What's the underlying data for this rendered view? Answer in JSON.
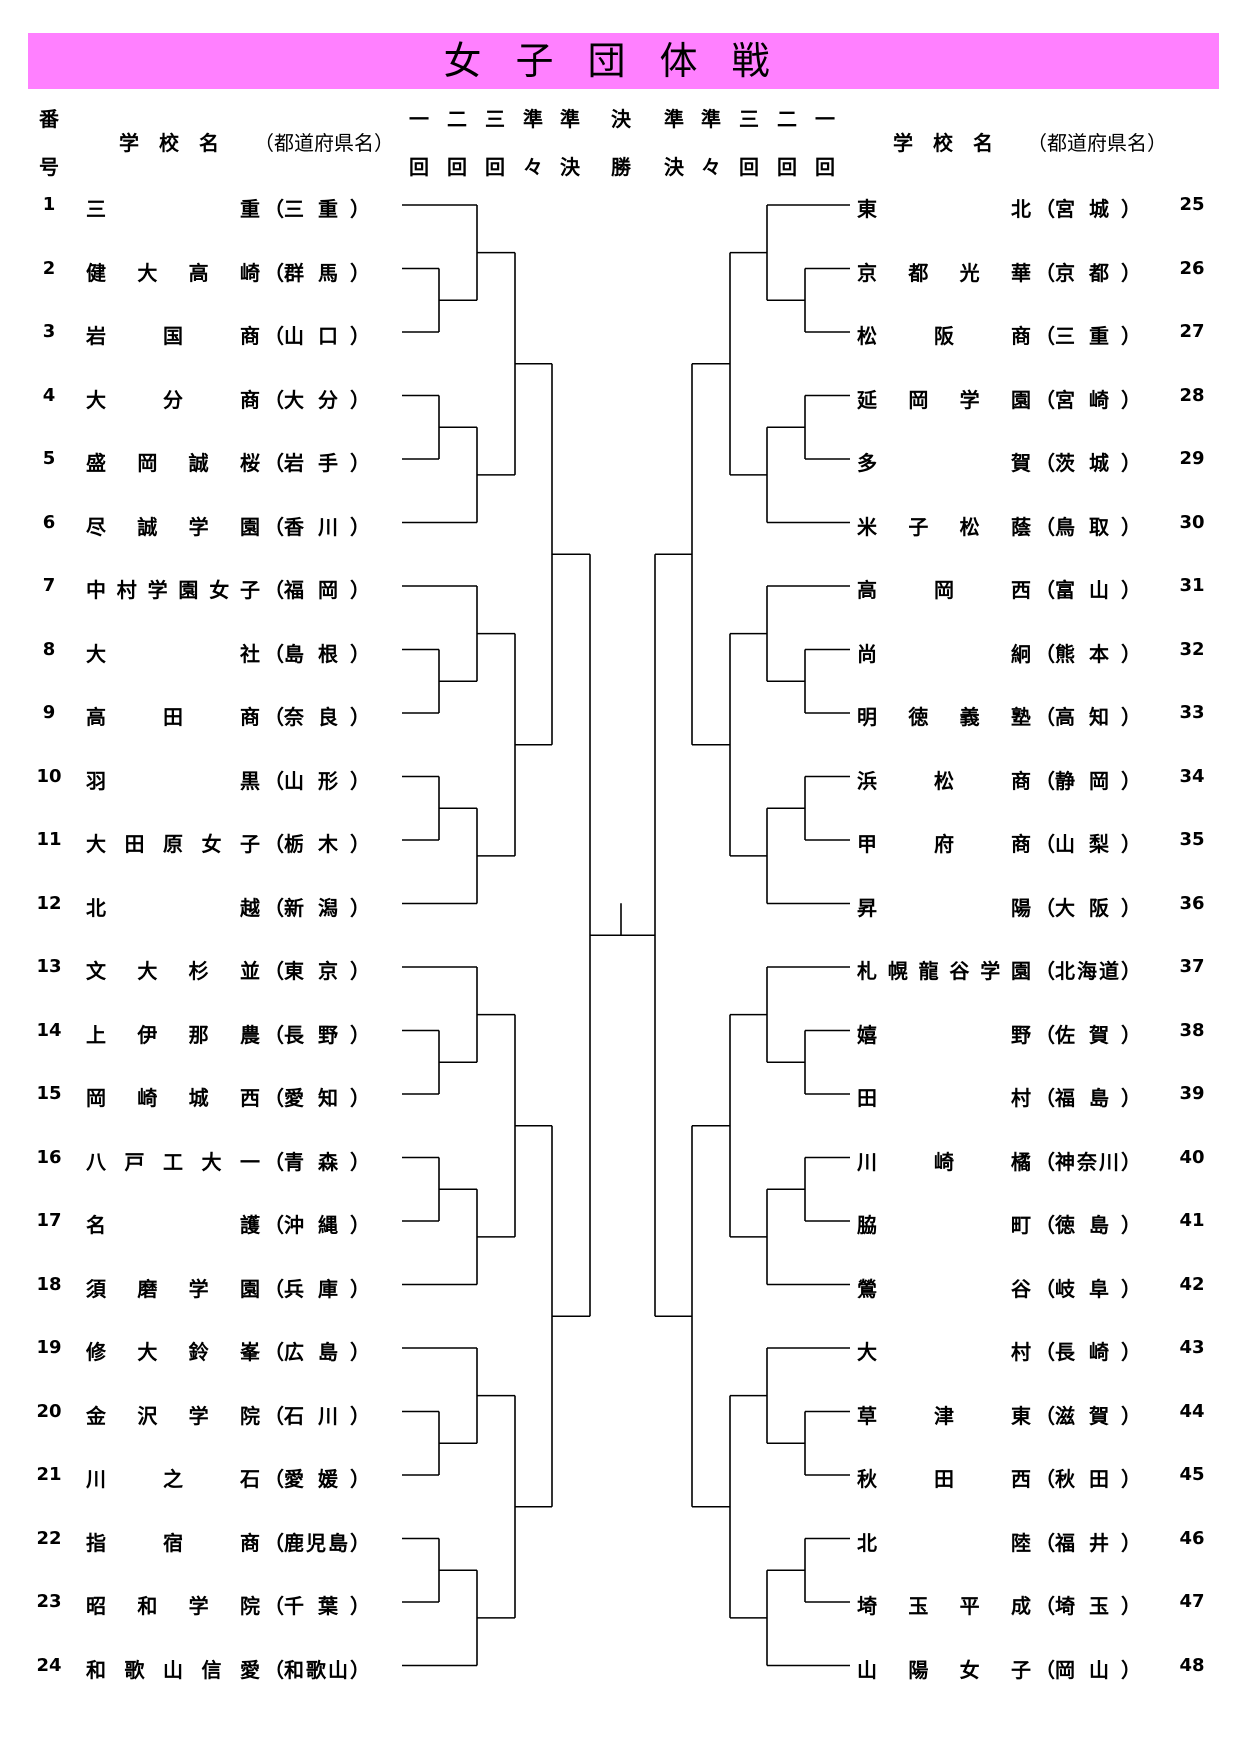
{
  "title": "女子団体戦",
  "header": {
    "num_label": [
      "番",
      "号"
    ],
    "school_label": "学　校　名",
    "pref_label": "（都道府県名）",
    "rounds_left": [
      [
        "一",
        "回"
      ],
      [
        "二",
        "回"
      ],
      [
        "三",
        "回"
      ],
      [
        "準",
        "々"
      ],
      [
        "準",
        "決"
      ]
    ],
    "final": [
      "決",
      "勝"
    ],
    "rounds_right": [
      [
        "準",
        "決"
      ],
      [
        "準",
        "々"
      ],
      [
        "三",
        "回"
      ],
      [
        "二",
        "回"
      ],
      [
        "一",
        "回"
      ]
    ]
  },
  "left_teams": [
    {
      "num": "1",
      "school": "三重",
      "pref": "三重"
    },
    {
      "num": "2",
      "school": "健大高崎",
      "pref": "群馬"
    },
    {
      "num": "3",
      "school": "岩国商",
      "pref": "山口"
    },
    {
      "num": "4",
      "school": "大分商",
      "pref": "大分"
    },
    {
      "num": "5",
      "school": "盛岡誠桜",
      "pref": "岩手"
    },
    {
      "num": "6",
      "school": "尽誠学園",
      "pref": "香川"
    },
    {
      "num": "7",
      "school": "中村学園女子",
      "pref": "福岡"
    },
    {
      "num": "8",
      "school": "大社",
      "pref": "島根"
    },
    {
      "num": "9",
      "school": "高田商",
      "pref": "奈良"
    },
    {
      "num": "10",
      "school": "羽黒",
      "pref": "山形"
    },
    {
      "num": "11",
      "school": "大田原女子",
      "pref": "栃木"
    },
    {
      "num": "12",
      "school": "北越",
      "pref": "新潟"
    },
    {
      "num": "13",
      "school": "文大杉並",
      "pref": "東京"
    },
    {
      "num": "14",
      "school": "上伊那農",
      "pref": "長野"
    },
    {
      "num": "15",
      "school": "岡崎城西",
      "pref": "愛知"
    },
    {
      "num": "16",
      "school": "八戸工大一",
      "pref": "青森"
    },
    {
      "num": "17",
      "school": "名護",
      "pref": "沖縄"
    },
    {
      "num": "18",
      "school": "須磨学園",
      "pref": "兵庫"
    },
    {
      "num": "19",
      "school": "修大鈴峯",
      "pref": "広島"
    },
    {
      "num": "20",
      "school": "金沢学院",
      "pref": "石川"
    },
    {
      "num": "21",
      "school": "川之石",
      "pref": "愛媛"
    },
    {
      "num": "22",
      "school": "指宿商",
      "pref": "鹿児島"
    },
    {
      "num": "23",
      "school": "昭和学院",
      "pref": "千葉"
    },
    {
      "num": "24",
      "school": "和歌山信愛",
      "pref": "和歌山"
    }
  ],
  "right_teams": [
    {
      "num": "25",
      "school": "東北",
      "pref": "宮城"
    },
    {
      "num": "26",
      "school": "京都光華",
      "pref": "京都"
    },
    {
      "num": "27",
      "school": "松阪商",
      "pref": "三重"
    },
    {
      "num": "28",
      "school": "延岡学園",
      "pref": "宮崎"
    },
    {
      "num": "29",
      "school": "多賀",
      "pref": "茨城"
    },
    {
      "num": "30",
      "school": "米子松蔭",
      "pref": "鳥取"
    },
    {
      "num": "31",
      "school": "高岡西",
      "pref": "富山"
    },
    {
      "num": "32",
      "school": "尚絅",
      "pref": "熊本"
    },
    {
      "num": "33",
      "school": "明徳義塾",
      "pref": "高知"
    },
    {
      "num": "34",
      "school": "浜松商",
      "pref": "静岡"
    },
    {
      "num": "35",
      "school": "甲府商",
      "pref": "山梨"
    },
    {
      "num": "36",
      "school": "昇陽",
      "pref": "大阪"
    },
    {
      "num": "37",
      "school": "札幌龍谷学園",
      "pref": "北海道"
    },
    {
      "num": "38",
      "school": "嬉野",
      "pref": "佐賀"
    },
    {
      "num": "39",
      "school": "田村",
      "pref": "福島"
    },
    {
      "num": "40",
      "school": "川崎橘",
      "pref": "神奈川"
    },
    {
      "num": "41",
      "school": "脇町",
      "pref": "徳島"
    },
    {
      "num": "42",
      "school": "鶯谷",
      "pref": "岐阜"
    },
    {
      "num": "43",
      "school": "大村",
      "pref": "長崎"
    },
    {
      "num": "44",
      "school": "草津東",
      "pref": "滋賀"
    },
    {
      "num": "45",
      "school": "秋田西",
      "pref": "秋田"
    },
    {
      "num": "46",
      "school": "北陸",
      "pref": "福井"
    },
    {
      "num": "47",
      "school": "埼玉平成",
      "pref": "埼玉"
    },
    {
      "num": "48",
      "school": "山陽女子",
      "pref": "岡山"
    }
  ]
}
